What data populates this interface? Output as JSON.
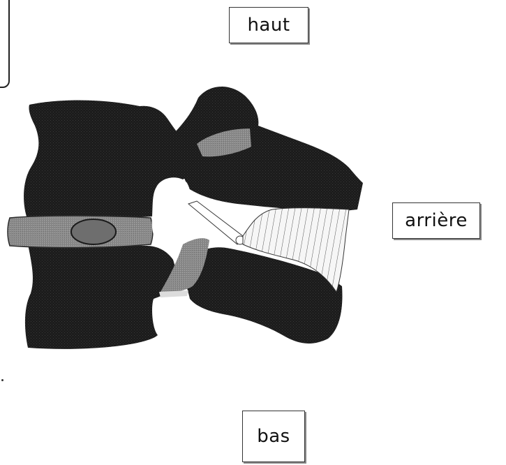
{
  "labels": {
    "top": "haut",
    "right": "arrière",
    "bottom": "bas"
  },
  "colors": {
    "bone": "#1c1c1c",
    "disc": "#8a8a8a",
    "nucleus": "#6e6e6e",
    "joint": "#9a9a9a",
    "hatched_area": "#f4f4f4",
    "box_border": "#333333"
  }
}
